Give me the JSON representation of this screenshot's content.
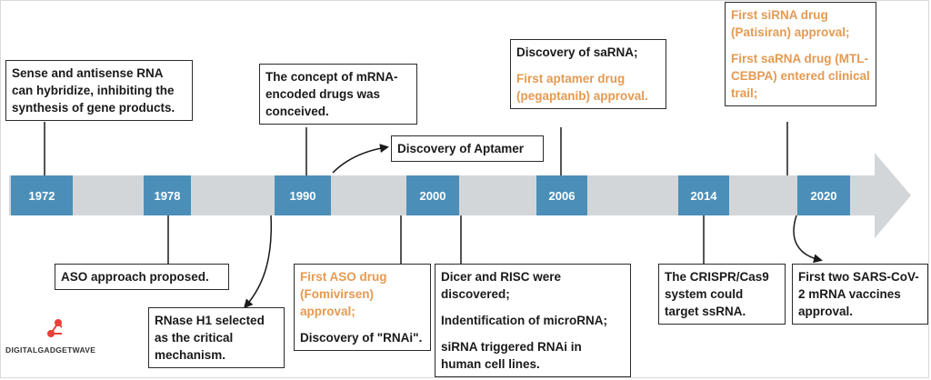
{
  "years": [
    "1972",
    "1978",
    "1990",
    "2000",
    "2006",
    "2014",
    "2020"
  ],
  "events": {
    "e1972": "Sense and antisense RNA can hybridize, inhibiting the synthesis of gene products.",
    "e1978": "ASO approach proposed.",
    "e1990_concept": "The concept of mRNA-encoded drugs was conceived.",
    "e1990_rnase": "RNase H1 selected as the critical mechanism.",
    "e_aptamer": "Discovery of Aptamer",
    "e2000_aso_drug": "First ASO drug (Fomivirsen) approval;",
    "e2000_rnai": "Discovery of \"RNAi\".",
    "e2000_dicer": "Dicer and RISC were discovered;",
    "e2000_microrna": "Indentification of microRNA;",
    "e2000_sirna": "siRNA triggered RNAi in human cell lines.",
    "e2006_sarna": "Discovery of saRNA;",
    "e2006_aptamer_drug": "First aptamer drug (pegaptanib) approval.",
    "e2014": "The CRISPR/Cas9 system could target ssRNA.",
    "e2020_sirna_drug": "First siRNA drug (Patisiran) approval;",
    "e2020_sarna_drug": "First saRNA drug (MTL-CEBPA) entered clinical trail;",
    "e2020_vaccines": "First two SARS-CoV-2 mRNA vaccines approval."
  },
  "brand": {
    "name": "DIGITALGADGETWAVE"
  },
  "colors": {
    "arrow": "#d3d6d9",
    "year_box": "#4b8fb9",
    "highlight_text": "#e49a52",
    "logo": "#e8413a"
  }
}
